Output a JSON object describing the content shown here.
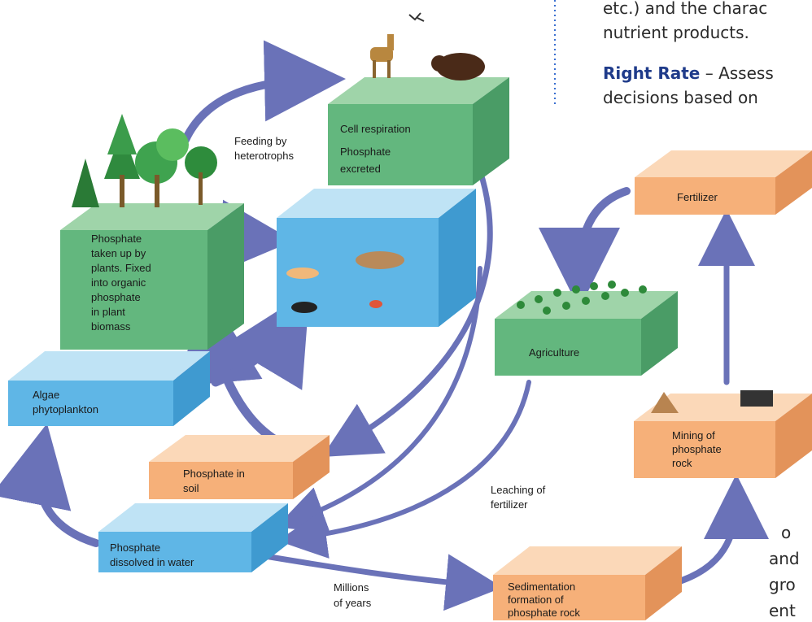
{
  "document": {
    "line1": "etc.) and the charac",
    "line2": "nutrient products.",
    "right_rate_heading": "Right Rate",
    "right_rate_text": " – Assess",
    "line4": "decisions based on",
    "frag1": "o",
    "frag2": "and",
    "frag3": "gro",
    "frag4": "ent"
  },
  "diagram": {
    "boxes": {
      "heterotroph": [
        "Cell respiration",
        "Phosphate",
        "excreted"
      ],
      "plants": [
        "Phosphate",
        "taken up by",
        "plants. Fixed",
        "into organic",
        "phosphate",
        "in plant",
        "biomass"
      ],
      "algae": [
        "Algae",
        "phytoplankton"
      ],
      "soil": [
        "Phosphate in",
        "soil"
      ],
      "water": [
        "Phosphate",
        "dissolved in water"
      ],
      "sedimentation": [
        "Sedimentation",
        "formation of",
        "phosphate rock"
      ],
      "agriculture": [
        "Agriculture"
      ],
      "fertilizer": [
        "Fertilizer"
      ],
      "mining": [
        "Mining of",
        "phosphate",
        "rock"
      ]
    },
    "arrow_labels": {
      "feeding": [
        "Feeding by",
        "heterotrophs"
      ],
      "leaching": [
        "Leaching of",
        "fertilizer"
      ],
      "millions": [
        "Millions",
        "of years"
      ]
    },
    "colors": {
      "green_front": "#63b77e",
      "green_top": "#9fd4a9",
      "green_side": "#4a9c66",
      "blue_front": "#5fb6e6",
      "blue_top": "#bfe3f5",
      "blue_side": "#3f9ad0",
      "orange_front": "#f6b079",
      "orange_top": "#fbd8b8",
      "orange_side": "#e3935a",
      "arrow": "#6a72b8",
      "dotted_rule": "#3a6fd0"
    }
  }
}
